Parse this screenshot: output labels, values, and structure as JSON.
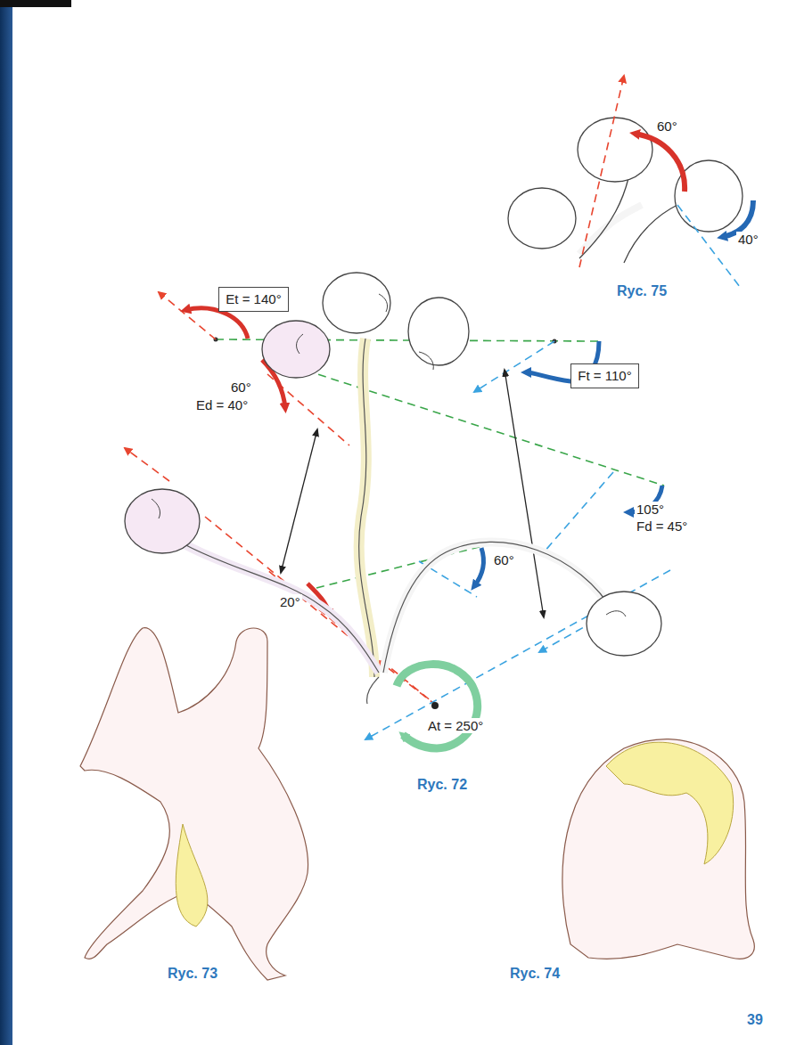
{
  "diagram": {
    "nodes": [
      {
        "text": [
          "Et = 140°"
        ]
      },
      {
        "text": [
          "Ft = 110°"
        ]
      }
    ],
    "edges": [],
    "labels": [
      "60°",
      "Ed = 40°",
      "105°",
      "Fd = 45°",
      "60°",
      "20°",
      "At = 250°",
      "Ryc. 72",
      "60°",
      "40°",
      "Ryc. 75",
      "Ryc. 73",
      "Ryc. 74",
      "39"
    ]
  }
}
